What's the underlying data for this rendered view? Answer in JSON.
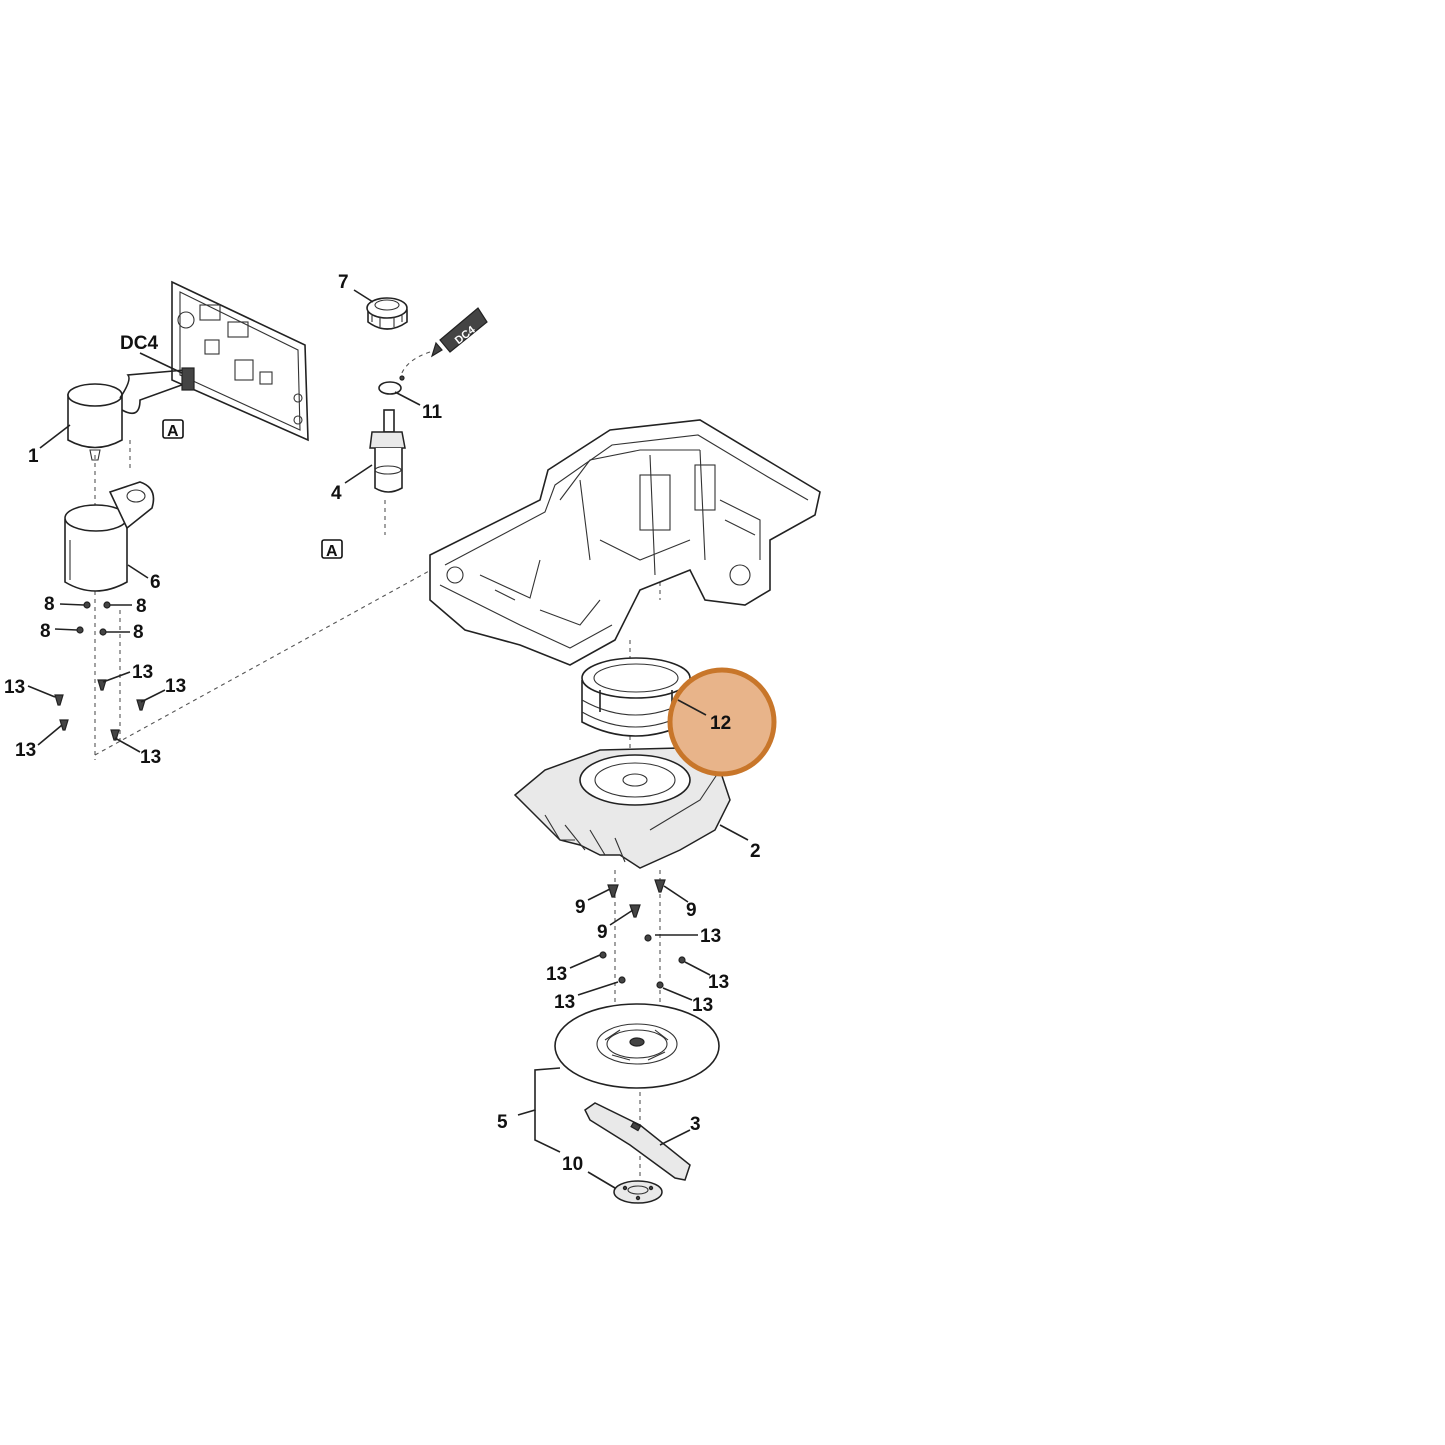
{
  "callouts": {
    "p1": "1",
    "p2": "2",
    "p3": "3",
    "p4": "4",
    "p5": "5",
    "p6": "6",
    "p7": "7",
    "p8": "8",
    "p9": "9",
    "p10": "10",
    "p11": "11",
    "p12": "12",
    "p13": "13",
    "dc4": "DC4",
    "ref_a": "A",
    "tube_text": "DC4"
  },
  "highlight": {
    "part": "12",
    "color": "#c8762a",
    "fill": "#e8b48a"
  }
}
